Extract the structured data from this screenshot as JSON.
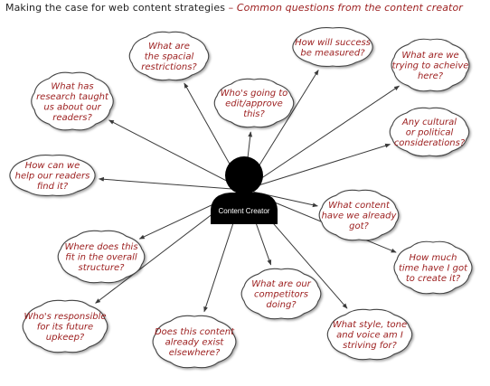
{
  "title": {
    "main": "Making the case for web content strategies",
    "separator": "–",
    "subtitle": "Common questions from the content creator"
  },
  "center": {
    "label": "Content Creator",
    "icon": "person-icon"
  },
  "colors": {
    "question_text": "#9b1c1c",
    "title_text": "#222222",
    "cloud_fill": "#ffffff",
    "cloud_stroke": "#444444",
    "connector": "#3a3a3a",
    "person": "#000000"
  },
  "questions": [
    {
      "id": "spacial-restrictions",
      "lines": [
        "What are",
        "the spacial",
        "restrictions?"
      ]
    },
    {
      "id": "success-measured",
      "lines": [
        "How will success",
        "be measured?"
      ]
    },
    {
      "id": "trying-to-achieve",
      "lines": [
        "What are we",
        "trying to acheive",
        "here?"
      ]
    },
    {
      "id": "research-readers",
      "lines": [
        "What has",
        "research taught",
        "us about our",
        "readers?"
      ]
    },
    {
      "id": "edit-approve",
      "lines": [
        "Who's going to",
        "edit/approve",
        "this?"
      ]
    },
    {
      "id": "cultural-political",
      "lines": [
        "Any cultural",
        "or political",
        "considerations?"
      ]
    },
    {
      "id": "help-readers",
      "lines": [
        "How can we",
        "help our readers",
        "find it?"
      ]
    },
    {
      "id": "content-already-got",
      "lines": [
        "What content",
        "have we already",
        "got?"
      ]
    },
    {
      "id": "overall-structure",
      "lines": [
        "Where does this",
        "fit in the overall",
        "structure?"
      ]
    },
    {
      "id": "time-to-create",
      "lines": [
        "How much",
        "time have I got",
        "to create it?"
      ]
    },
    {
      "id": "competitors",
      "lines": [
        "What are our",
        "competitors",
        "doing?"
      ]
    },
    {
      "id": "future-upkeep",
      "lines": [
        "Who's responsible",
        "for its future",
        "upkeep?"
      ]
    },
    {
      "id": "already-exist",
      "lines": [
        "Does this content",
        "already exist",
        "elsewhere?"
      ]
    },
    {
      "id": "style-tone-voice",
      "lines": [
        "What style, tone",
        "and voice am I",
        "striving for?"
      ]
    }
  ]
}
